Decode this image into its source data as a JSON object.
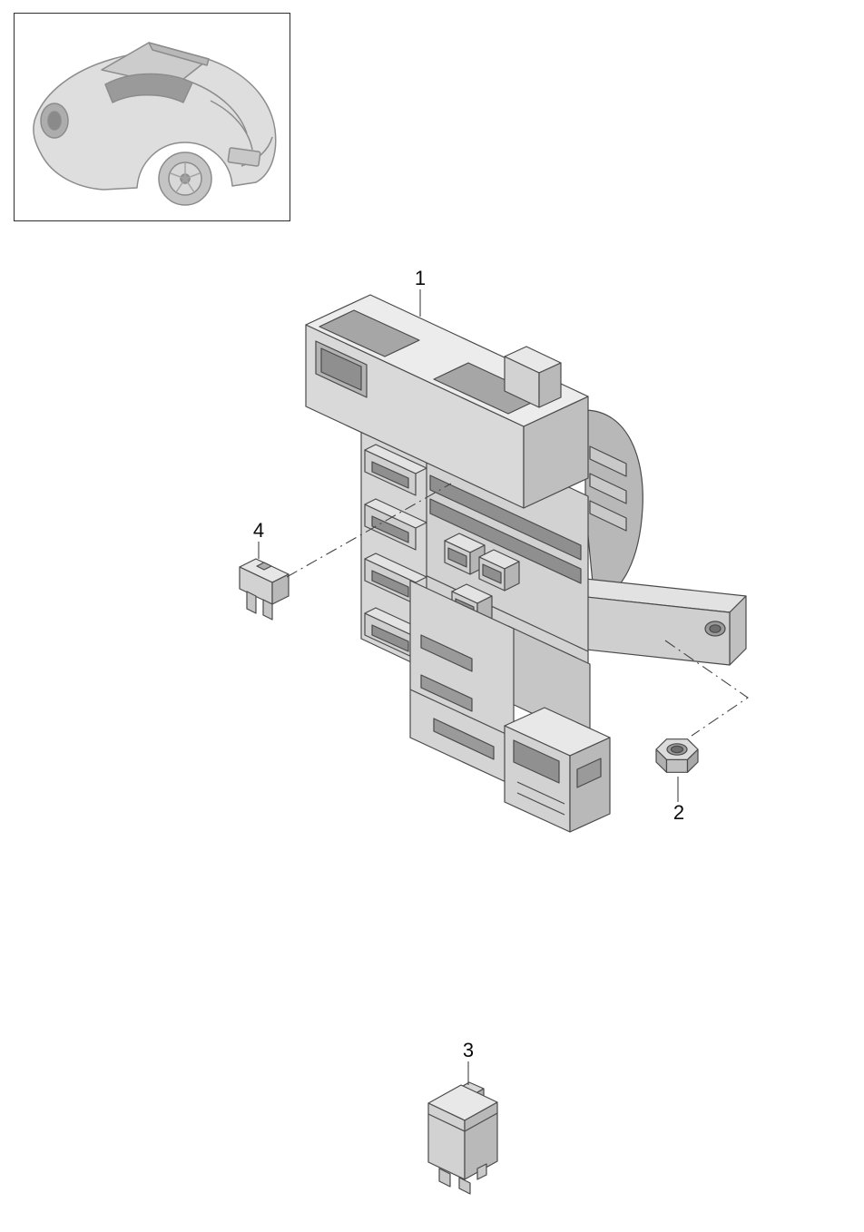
{
  "callouts": {
    "part1": "1",
    "part2": "2",
    "part3": "3",
    "part4": "4"
  },
  "colors": {
    "background": "#ffffff",
    "outline": "#4a4a4a",
    "part_light": "#ececec",
    "part_mid": "#d9d9d9",
    "part_shade": "#bfbfbf",
    "part_dark": "#a6a6a6",
    "slot_dark": "#8f8f8f",
    "frame_border": "#2e2e2e",
    "leader_line": "#444444"
  }
}
